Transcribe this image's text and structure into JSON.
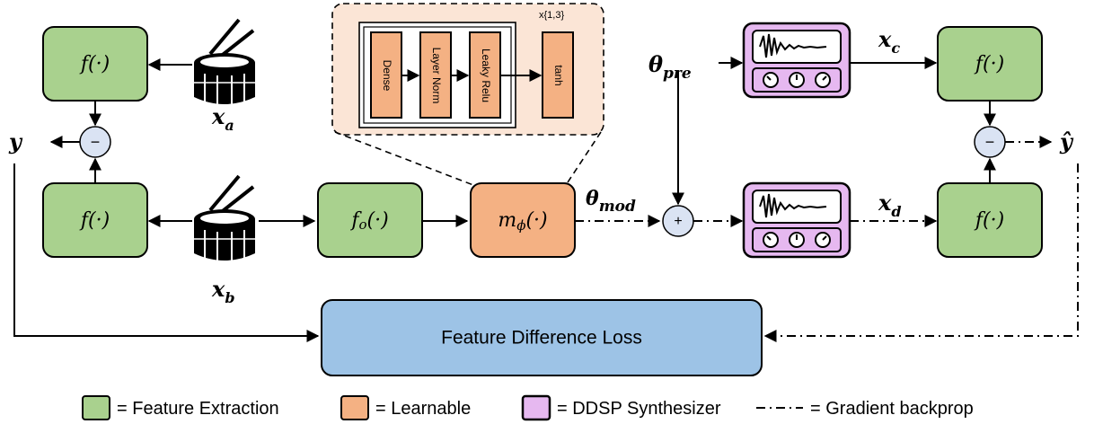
{
  "blocks": {
    "f_label": "f(·)",
    "fo_label": "f",
    "fo_sub": "o",
    "fo_args": "(·)",
    "m_label": "m",
    "m_sub": "ϕ",
    "m_args": "(·)",
    "loss_label": "Feature Difference Loss"
  },
  "ops": {
    "minus": "−",
    "plus": "+"
  },
  "vars": {
    "y": "y",
    "y_hat": "ŷ",
    "x": "x",
    "a": "a",
    "b": "b",
    "c": "c",
    "d": "d",
    "theta": "θ",
    "pre": "pre",
    "mod": "mod"
  },
  "inset": {
    "repeat": "x{1,3}",
    "layers": [
      "Dense",
      "Layer Norm",
      "Leaky Relu",
      "tanh"
    ]
  },
  "legend": {
    "feature_extraction": "= Feature Extraction",
    "learnable": "= Learnable",
    "ddsp": "= DDSP Synthesizer",
    "gradient": "= Gradient backprop"
  },
  "colors": {
    "feature_extraction": "#a9d18e",
    "learnable": "#f4b183",
    "ddsp": "#e6b8f0",
    "loss": "#9dc3e6",
    "inset_bg": "#fbe5d6"
  },
  "icons": [
    "drum-icon",
    "synthesizer-icon"
  ]
}
